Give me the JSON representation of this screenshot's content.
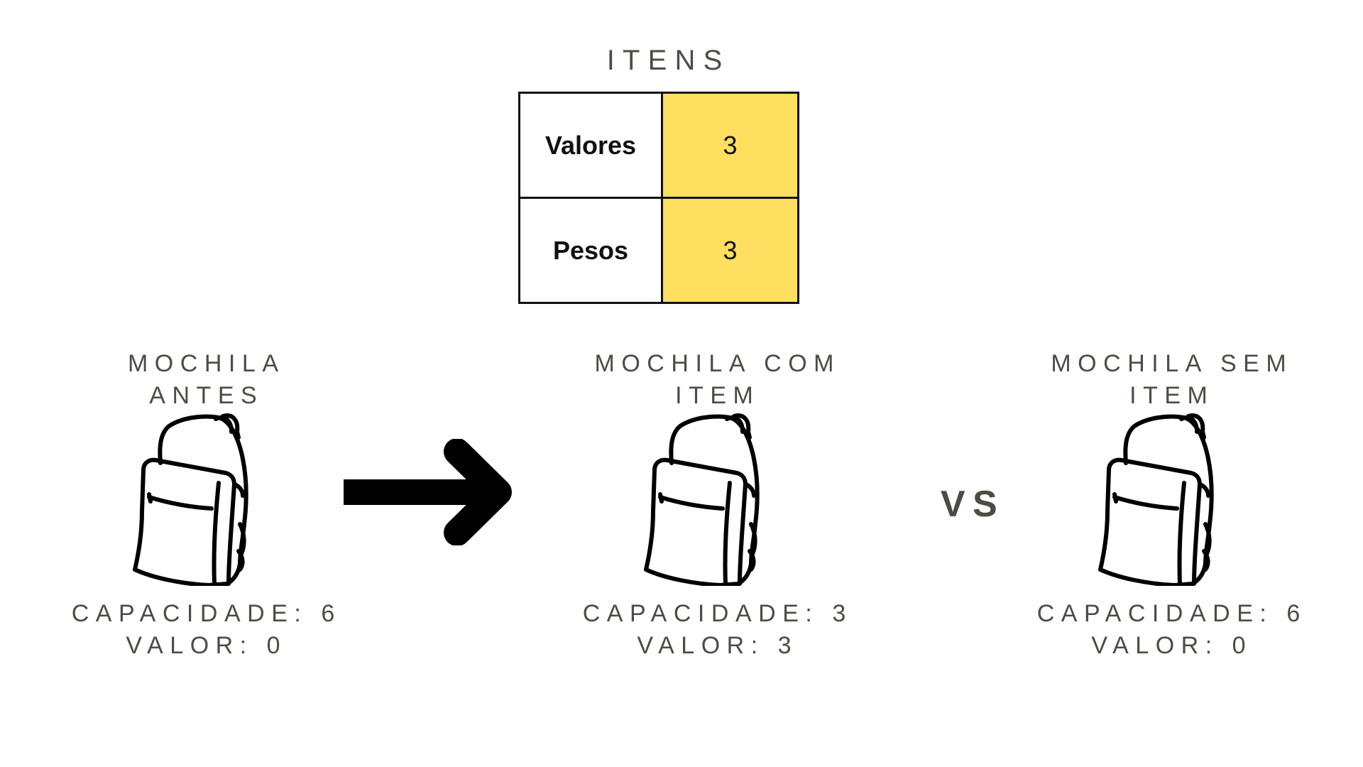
{
  "items": {
    "title": "ITENS",
    "rows": [
      {
        "label": "Valores",
        "value": "3"
      },
      {
        "label": "Pesos",
        "value": "3"
      }
    ],
    "highlight_color": "#ffdf5f"
  },
  "backpacks": {
    "before": {
      "title_line1": "MOCHILA",
      "title_line2": "ANTES",
      "capacity": "CAPACIDADE: 6",
      "value": "VALOR: 0"
    },
    "with_item": {
      "title_line1": "MOCHILA COM",
      "title_line2": "ITEM",
      "capacity": "CAPACIDADE: 3",
      "value": "VALOR: 3"
    },
    "without_item": {
      "title_line1": "MOCHILA SEM",
      "title_line2": "ITEM",
      "capacity": "CAPACIDADE: 6",
      "value": "VALOR: 0"
    }
  },
  "comparison_label": "VS",
  "icons": {
    "backpack": "backpack-icon",
    "arrow": "arrow-right-icon"
  },
  "colors": {
    "text": "#4f4b44",
    "ink": "#111111"
  }
}
